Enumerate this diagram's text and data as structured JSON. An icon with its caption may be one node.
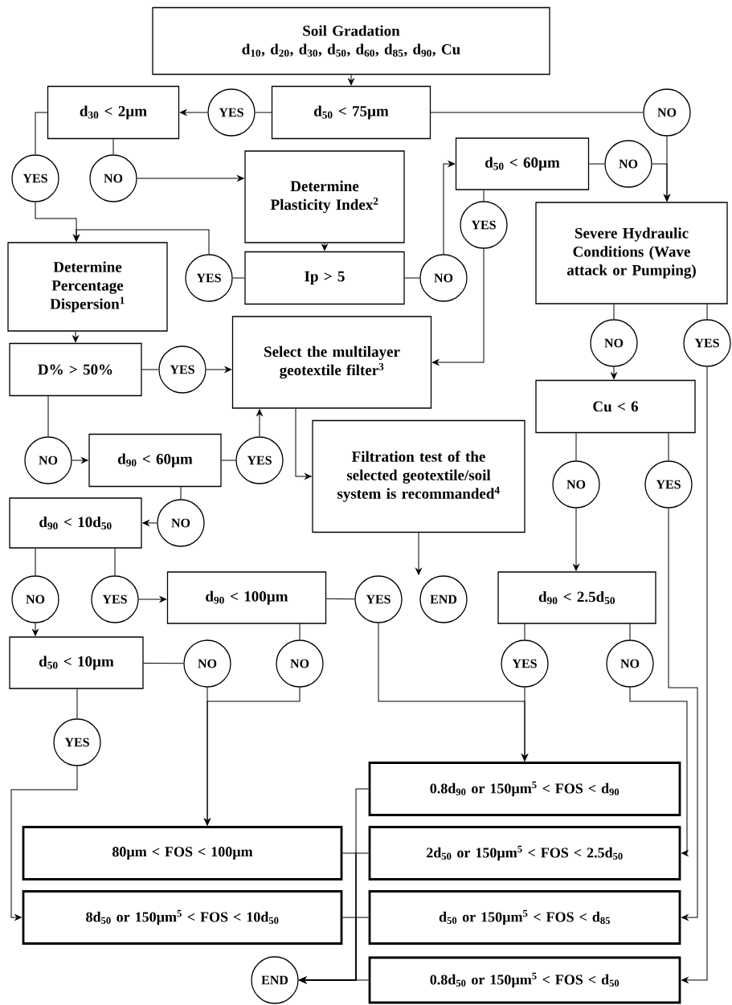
{
  "diagram": {
    "nodes": [
      {
        "text": [
          "Soil Gradation",
          "d$_{10}$, d$_{20}$, d$_{30}$, d$_{50}$, d$_{60}$, d$_{85}$, d$_{90}$, Cu"
        ]
      },
      {
        "text": [
          "d$_{30}$ < 2µm"
        ]
      },
      {
        "text": [
          "YES"
        ]
      },
      {
        "text": [
          "d$_{50}$ < 75µm"
        ]
      },
      {
        "text": [
          "NO"
        ]
      },
      {
        "text": [
          "d$_{50}$ < 60µm"
        ]
      },
      {
        "text": [
          "NO"
        ]
      },
      {
        "text": [
          "YES"
        ]
      },
      {
        "text": [
          "NO"
        ]
      },
      {
        "text": [
          "Determine Plasticity Index$^{2}$"
        ]
      },
      {
        "text": [
          "YES"
        ]
      },
      {
        "text": [
          "Severe Hydraulic Conditions (Wave attack or Pumping)"
        ]
      },
      {
        "text": [
          "Determine Percentage Dispersion$^{1}$"
        ]
      },
      {
        "text": [
          "YES"
        ]
      },
      {
        "text": [
          "Ip > 5"
        ]
      },
      {
        "text": [
          "NO"
        ]
      },
      {
        "text": [
          "Select the multilayer geotextile filter$^{3}$"
        ]
      },
      {
        "text": [
          "D% > 50%"
        ]
      },
      {
        "text": [
          "YES"
        ]
      },
      {
        "text": [
          "NO"
        ]
      },
      {
        "text": [
          "YES"
        ]
      },
      {
        "text": [
          "Cu < 6"
        ]
      },
      {
        "text": [
          "NO"
        ]
      },
      {
        "text": [
          "d$_{90}$ < 60µm"
        ]
      },
      {
        "text": [
          "YES"
        ]
      },
      {
        "text": [
          "Filtration test of the selected geotextile/soil system is recommanded$^{4}$"
        ]
      },
      {
        "text": [
          "NO"
        ]
      },
      {
        "text": [
          "YES"
        ]
      },
      {
        "text": [
          "d$_{90}$ < 10d$_{50}$"
        ]
      },
      {
        "text": [
          "NO"
        ]
      },
      {
        "text": [
          "NO"
        ]
      },
      {
        "text": [
          "YES"
        ]
      },
      {
        "text": [
          "d$_{90}$ < 100µm"
        ]
      },
      {
        "text": [
          "YES"
        ]
      },
      {
        "text": [
          "END"
        ]
      },
      {
        "text": [
          "d$_{90}$ < 2.5d$_{50}$"
        ]
      },
      {
        "text": [
          "d$_{50}$ < 10µm"
        ]
      },
      {
        "text": [
          "NO"
        ]
      },
      {
        "text": [
          "NO"
        ]
      },
      {
        "text": [
          "YES"
        ]
      },
      {
        "text": [
          "NO"
        ]
      },
      {
        "text": [
          "YES"
        ]
      },
      {
        "text": [
          "0.8d$_{90}$ or 150µm$^{5}$ < FOS < d$_{90}$"
        ]
      },
      {
        "text": [
          "80µm < FOS < 100µm"
        ]
      },
      {
        "text": [
          "2d$_{50}$ or 150µm$^{5}$ < FOS < 2.5d$_{50}$"
        ]
      },
      {
        "text": [
          "8d$_{50}$ or 150µm$^{5}$ < FOS < 10d$_{50}$"
        ]
      },
      {
        "text": [
          "d$_{50}$ or 150µm$^{5}$ < FOS < d$_{85}$"
        ]
      },
      {
        "text": [
          "END"
        ]
      },
      {
        "text": [
          "0.8d$_{50}$ or 150µm$^{5}$ < FOS < d$_{50}$"
        ]
      }
    ],
    "edges": [
      {
        "from": 0,
        "to": 3,
        "arrow": "to"
      },
      {
        "from": 3,
        "to": 2,
        "arrow": "none"
      },
      {
        "from": 2,
        "to": 1,
        "arrow": "to"
      },
      {
        "from": 3,
        "to": 4,
        "arrow": "none"
      },
      {
        "from": 1,
        "to": 7,
        "arrow": "none"
      },
      {
        "from": 1,
        "to": 8,
        "arrow": "none"
      },
      {
        "from": 7,
        "to": 12,
        "arrow": "to"
      },
      {
        "from": 8,
        "to": 9,
        "arrow": "to"
      },
      {
        "from": 9,
        "to": 14,
        "arrow": "to"
      },
      {
        "from": 14,
        "to": 13,
        "arrow": "none"
      },
      {
        "from": 14,
        "to": 15,
        "arrow": "none"
      },
      {
        "from": 13,
        "to": 12,
        "arrow": "to"
      },
      {
        "from": 15,
        "to": 5,
        "arrow": "to"
      },
      {
        "from": 5,
        "to": 6,
        "arrow": "none"
      },
      {
        "from": 6,
        "to": 11,
        "arrow": "to"
      },
      {
        "from": 4,
        "to": 11,
        "arrow": "to"
      },
      {
        "from": 5,
        "to": 10,
        "arrow": "none"
      },
      {
        "from": 10,
        "to": 16,
        "arrow": "to"
      },
      {
        "from": 12,
        "to": 17,
        "arrow": "to"
      },
      {
        "from": 17,
        "to": 18,
        "arrow": "none"
      },
      {
        "from": 18,
        "to": 16,
        "arrow": "to"
      },
      {
        "from": 17,
        "to": 22,
        "arrow": "none"
      },
      {
        "from": 22,
        "to": 23,
        "arrow": "to"
      },
      {
        "from": 23,
        "to": 24,
        "arrow": "none"
      },
      {
        "from": 24,
        "to": 16,
        "arrow": "to"
      },
      {
        "from": 23,
        "to": 29,
        "arrow": "none"
      },
      {
        "from": 29,
        "to": 28,
        "arrow": "to"
      },
      {
        "from": 16,
        "to": 25,
        "arrow": "to"
      },
      {
        "from": 11,
        "to": 19,
        "arrow": "none"
      },
      {
        "from": 11,
        "to": 20,
        "arrow": "none"
      },
      {
        "from": 19,
        "to": 21,
        "arrow": "to"
      },
      {
        "from": 21,
        "to": 26,
        "arrow": "none"
      },
      {
        "from": 21,
        "to": 27,
        "arrow": "none"
      },
      {
        "from": 26,
        "to": 35,
        "arrow": "to"
      },
      {
        "from": 25,
        "to": 34,
        "arrow": "to"
      },
      {
        "from": 28,
        "to": 30,
        "arrow": "none"
      },
      {
        "from": 28,
        "to": 31,
        "arrow": "none"
      },
      {
        "from": 30,
        "to": 36,
        "arrow": "to"
      },
      {
        "from": 31,
        "to": 32,
        "arrow": "to"
      },
      {
        "from": 32,
        "to": 33,
        "arrow": "none"
      },
      {
        "from": 32,
        "to": 38,
        "arrow": "none"
      },
      {
        "from": 36,
        "to": 37,
        "arrow": "none"
      },
      {
        "from": 36,
        "to": 41,
        "arrow": "none"
      },
      {
        "from": 35,
        "to": 39,
        "arrow": "none"
      },
      {
        "from": 35,
        "to": 40,
        "arrow": "none"
      },
      {
        "from": 33,
        "to": 42,
        "arrow": "to"
      },
      {
        "from": 39,
        "to": 42,
        "arrow": "to"
      },
      {
        "from": 37,
        "to": 43,
        "arrow": "to"
      },
      {
        "from": 38,
        "to": 43,
        "arrow": "to"
      },
      {
        "from": 41,
        "to": 45,
        "arrow": "to"
      },
      {
        "from": 40,
        "to": 44,
        "arrow": "to"
      },
      {
        "from": 27,
        "to": 46,
        "arrow": "to"
      },
      {
        "from": 20,
        "to": 48,
        "arrow": "to"
      },
      {
        "from": 42,
        "to": 47,
        "arrow": "to"
      },
      {
        "from": 43,
        "to": 47,
        "arrow": "to"
      },
      {
        "from": 44,
        "to": 47,
        "arrow": "to"
      },
      {
        "from": 45,
        "to": 47,
        "arrow": "to"
      },
      {
        "from": 46,
        "to": 47,
        "arrow": "to"
      },
      {
        "from": 48,
        "to": 47,
        "arrow": "to"
      }
    ]
  }
}
